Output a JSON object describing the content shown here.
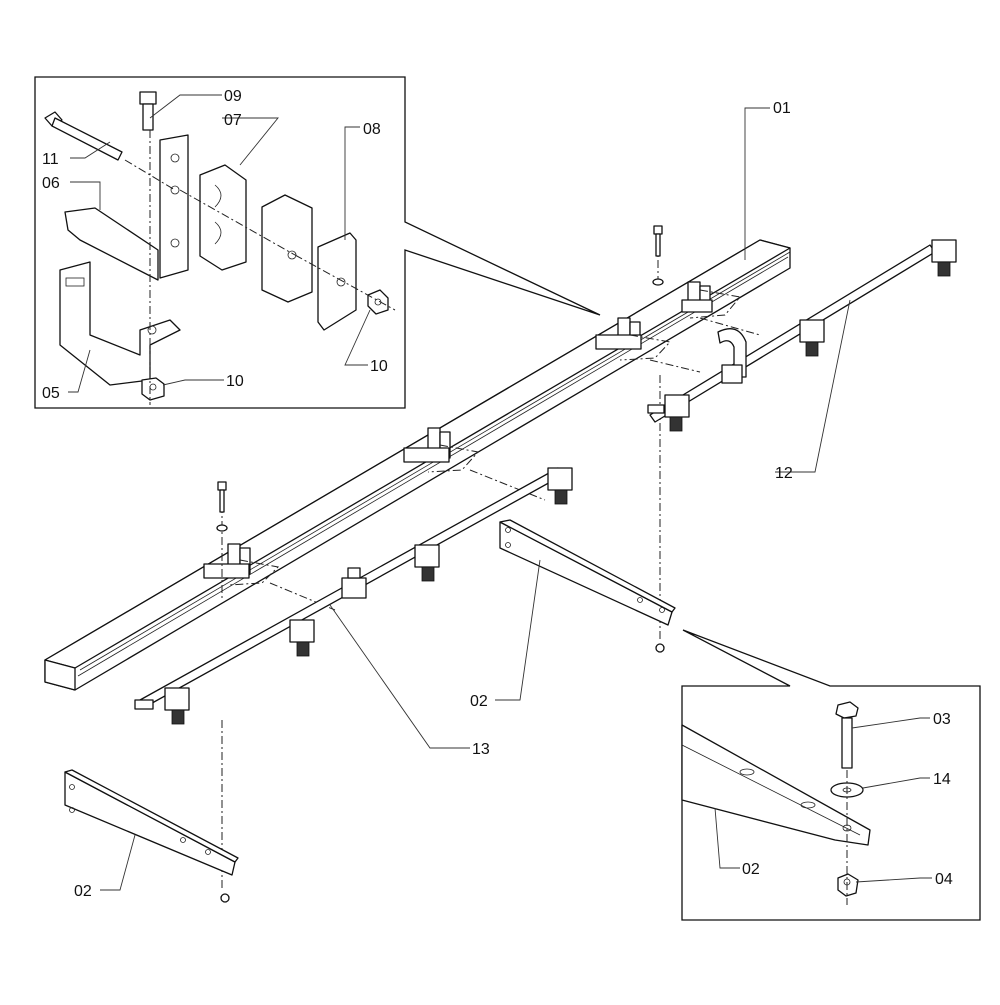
{
  "diagram": {
    "type": "exploded parts diagram",
    "subject": "spray boom section with nozzle pipes and brackets",
    "callouts": {
      "main": [
        {
          "id": "01",
          "part": "boom square tube"
        },
        {
          "id": "12",
          "part": "nozzle pipe right"
        },
        {
          "id": "13",
          "part": "nozzle pipe left"
        },
        {
          "id": "02a",
          "label": "02",
          "part": "bracket"
        },
        {
          "id": "02b",
          "label": "02",
          "part": "bracket"
        }
      ],
      "detail_clamp": [
        {
          "label": "09",
          "part": "bolt"
        },
        {
          "label": "11",
          "part": "long bolt"
        },
        {
          "label": "06",
          "part": "angle bracket"
        },
        {
          "label": "07",
          "part": "pipe clamp halves"
        },
        {
          "label": "08",
          "part": "clamp plate"
        },
        {
          "label": "05",
          "part": "U bracket"
        },
        {
          "label": "10a",
          "text": "10",
          "part": "nut"
        },
        {
          "label": "10b",
          "text": "10",
          "part": "nut"
        }
      ],
      "detail_bracket": [
        {
          "label": "03",
          "part": "flange bolt"
        },
        {
          "label": "14",
          "part": "washer"
        },
        {
          "label": "02",
          "part": "bracket"
        },
        {
          "label": "04",
          "part": "flange nut"
        }
      ]
    },
    "labels": {
      "l01": "01",
      "l12": "12",
      "l13": "13",
      "l02_mid": "02",
      "l02_low": "02",
      "l09": "09",
      "l11": "11",
      "l06": "06",
      "l07": "07",
      "l08": "08",
      "l05": "05",
      "l10_bottom": "10",
      "l10_right": "10",
      "l03": "03",
      "l14": "14",
      "l02_detail": "02",
      "l04": "04"
    }
  }
}
